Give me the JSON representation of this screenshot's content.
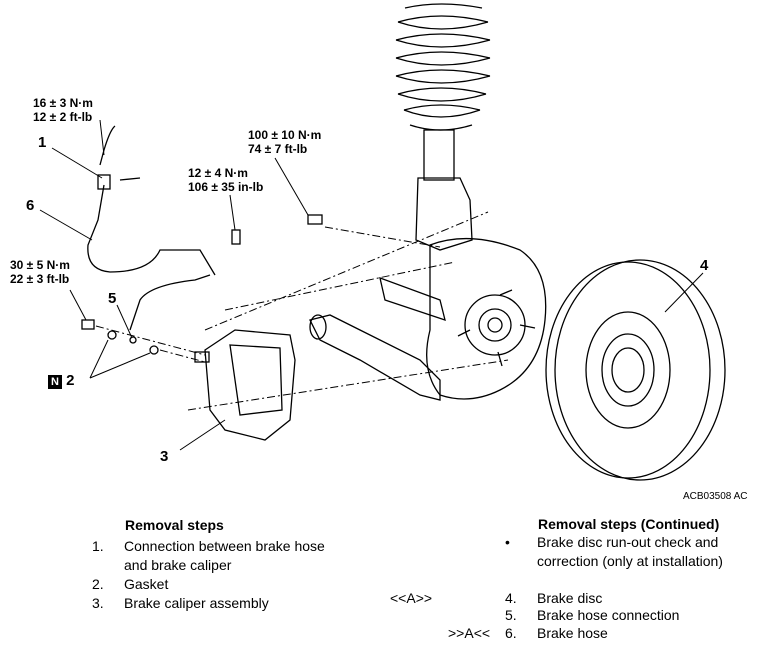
{
  "torques": {
    "t1_nm": "16 ± 3 N·m",
    "t1_ft": "12 ± 2 ft-lb",
    "t2_nm": "100 ± 10 N·m",
    "t2_ft": "74 ± 7 ft-lb",
    "t3_nm": "12 ± 4 N·m",
    "t3_in": "106 ± 35 in-lb",
    "t4_nm": "30 ± 5 N·m",
    "t4_ft": "22 ± 3 ft-lb"
  },
  "callouts": {
    "c1": "1",
    "c2": "2",
    "c3": "3",
    "c4": "4",
    "c5": "5",
    "c6": "6",
    "n_mark": "N"
  },
  "drawing_code": "ACB03508 AC",
  "left_steps": {
    "title": "Removal steps",
    "items": [
      {
        "num": "1.",
        "text1": "Connection between brake hose",
        "text2": "and brake caliper"
      },
      {
        "num": "2.",
        "text1": "Gasket"
      },
      {
        "num": "3.",
        "text1": "Brake caliper assembly"
      }
    ]
  },
  "right_steps": {
    "title": "Removal steps (Continued)",
    "bullet": "•",
    "bullet_text1": "Brake disc run-out check and",
    "bullet_text2": "correction (only at installation)",
    "items": [
      {
        "marker": "<<A>>",
        "num": "4.",
        "text": "Brake disc"
      },
      {
        "marker": "",
        "num": "5.",
        "text": "Brake hose connection"
      },
      {
        "marker": ">>A<<",
        "num": "6.",
        "text": "Brake hose"
      }
    ]
  }
}
